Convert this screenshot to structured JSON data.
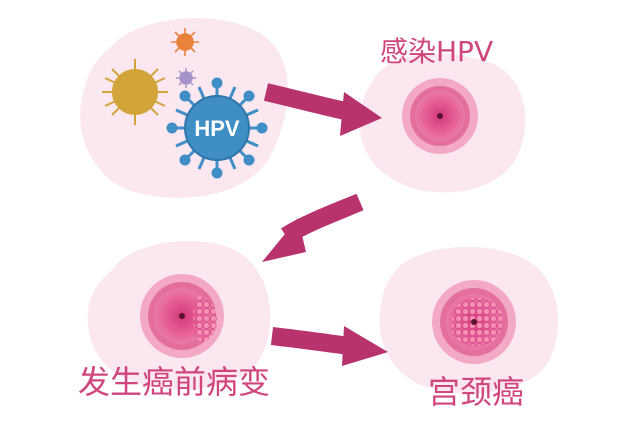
{
  "stages": {
    "infection": {
      "label": "感染HPV"
    },
    "precancer": {
      "label": "发生癌前病变"
    },
    "cancer": {
      "label": "宫颈癌"
    }
  },
  "virus": {
    "label": "HPV"
  },
  "colors": {
    "blob": "#fbe7ef",
    "arrow": "#b8326d",
    "cell_outer": "#f3a8c6",
    "cell_ring": "#e46e9e",
    "cell_inner": "#d94883",
    "cell_core": "#e9588f",
    "nucleus": "#5a1230",
    "abnormal": "#f07aa6",
    "label_text": "#d1457f",
    "virus_blue": "#3f8fc6",
    "virus_gold": "#d1a53a",
    "virus_orange": "#e8823b",
    "virus_purple": "#a592c9"
  }
}
